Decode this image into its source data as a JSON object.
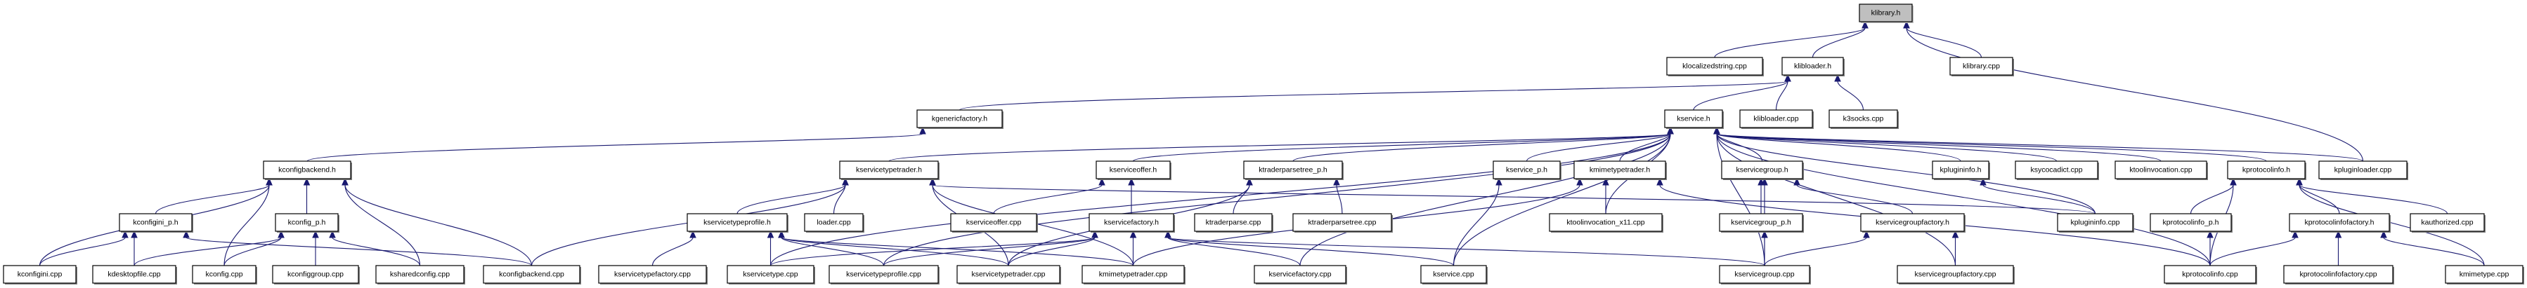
{
  "title": "klibrary.h include dependency graph",
  "colors": {
    "edge": "#191970",
    "root_fill": "#bfbfbf",
    "node_fill": "#ffffff",
    "border": "#000000"
  },
  "nodes": [
    {
      "id": "klibrary_h",
      "label": "klibrary.h",
      "root": true
    },
    {
      "id": "klocalizedstring_cpp",
      "label": "klocalizedstring.cpp"
    },
    {
      "id": "klibloader_h",
      "label": "klibloader.h"
    },
    {
      "id": "klibrary_cpp",
      "label": "klibrary.cpp"
    },
    {
      "id": "kgenericfactory_h",
      "label": "kgenericfactory.h"
    },
    {
      "id": "kservice_h",
      "label": "kservice.h"
    },
    {
      "id": "klibloader_cpp",
      "label": "klibloader.cpp"
    },
    {
      "id": "k3socks_cpp",
      "label": "k3socks.cpp"
    },
    {
      "id": "kconfigbackend_h",
      "label": "kconfigbackend.h"
    },
    {
      "id": "kservicetypetrader_h",
      "label": "kservicetypetrader.h"
    },
    {
      "id": "kserviceoffer_h",
      "label": "kserviceoffer.h"
    },
    {
      "id": "ktraderparsetree_p_h",
      "label": "ktraderparsetree_p.h"
    },
    {
      "id": "kservice_p_h",
      "label": "kservice_p.h"
    },
    {
      "id": "kmimetypetrader_h",
      "label": "kmimetypetrader.h"
    },
    {
      "id": "kservicegroup_h",
      "label": "kservicegroup.h"
    },
    {
      "id": "kplugininfo_h",
      "label": "kplugininfo.h"
    },
    {
      "id": "ksycocadict_cpp",
      "label": "ksycocadict.cpp"
    },
    {
      "id": "ktoolinvocation_cpp",
      "label": "ktoolinvocation.cpp"
    },
    {
      "id": "kprotocolinfo_h",
      "label": "kprotocolinfo.h"
    },
    {
      "id": "kpluginloader_cpp",
      "label": "kpluginloader.cpp"
    },
    {
      "id": "kconfigini_p_h",
      "label": "kconfigini_p.h"
    },
    {
      "id": "kconfig_p_h",
      "label": "kconfig_p.h"
    },
    {
      "id": "kservicetypeprofile_h",
      "label": "kservicetypeprofile.h"
    },
    {
      "id": "loader_cpp",
      "label": "loader.cpp"
    },
    {
      "id": "kserviceoffer_cpp",
      "label": "kserviceoffer.cpp"
    },
    {
      "id": "kservicefactory_h",
      "label": "kservicefactory.h"
    },
    {
      "id": "ktraderparse_cpp",
      "label": "ktraderparse.cpp"
    },
    {
      "id": "ktraderparsetree_cpp",
      "label": "ktraderparsetree.cpp"
    },
    {
      "id": "ktoolinvocation_x11_cpp",
      "label": "ktoolinvocation_x11.cpp"
    },
    {
      "id": "kservicegroup_p_h",
      "label": "kservicegroup_p.h"
    },
    {
      "id": "kservicegroupfactory_h",
      "label": "kservicegroupfactory.h"
    },
    {
      "id": "kplugininfo_cpp",
      "label": "kplugininfo.cpp"
    },
    {
      "id": "kprotocolinfo_p_h",
      "label": "kprotocolinfo_p.h"
    },
    {
      "id": "kprotocolinfofactory_h",
      "label": "kprotocolinfofactory.h"
    },
    {
      "id": "kauthorized_cpp",
      "label": "kauthorized.cpp"
    },
    {
      "id": "kconfigini_cpp",
      "label": "kconfigini.cpp"
    },
    {
      "id": "kdesktopfile_cpp",
      "label": "kdesktopfile.cpp"
    },
    {
      "id": "kconfig_cpp",
      "label": "kconfig.cpp"
    },
    {
      "id": "kconfiggroup_cpp",
      "label": "kconfiggroup.cpp"
    },
    {
      "id": "ksharedconfig_cpp",
      "label": "ksharedconfig.cpp"
    },
    {
      "id": "kconfigbackend_cpp",
      "label": "kconfigbackend.cpp"
    },
    {
      "id": "kservicetypefactory_cpp",
      "label": "kservicetypefactory.cpp"
    },
    {
      "id": "kservicetype_cpp",
      "label": "kservicetype.cpp"
    },
    {
      "id": "kservicetypeprofile_cpp",
      "label": "kservicetypeprofile.cpp"
    },
    {
      "id": "kservicetypetrader_cpp",
      "label": "kservicetypetrader.cpp"
    },
    {
      "id": "kmimetypetrader_cpp",
      "label": "kmimetypetrader.cpp"
    },
    {
      "id": "kservicefactory_cpp",
      "label": "kservicefactory.cpp"
    },
    {
      "id": "kservice_cpp",
      "label": "kservice.cpp"
    },
    {
      "id": "kservicegroup_cpp",
      "label": "kservicegroup.cpp"
    },
    {
      "id": "kservicegroupfactory_cpp",
      "label": "kservicegroupfactory.cpp"
    },
    {
      "id": "kprotocolinfo_cpp",
      "label": "kprotocolinfo.cpp"
    },
    {
      "id": "kprotocolinfofactory_cpp",
      "label": "kprotocolinfofactory.cpp"
    },
    {
      "id": "kmimetype_cpp",
      "label": "kmimetype.cpp"
    }
  ],
  "edges": [
    [
      "klocalizedstring_cpp",
      "klibrary_h"
    ],
    [
      "klibloader_h",
      "klibrary_h"
    ],
    [
      "klibrary_cpp",
      "klibrary_h"
    ],
    [
      "kpluginloader_cpp",
      "klibrary_h"
    ],
    [
      "kgenericfactory_h",
      "klibloader_h"
    ],
    [
      "kservice_h",
      "klibloader_h"
    ],
    [
      "klibloader_cpp",
      "klibloader_h"
    ],
    [
      "k3socks_cpp",
      "klibloader_h"
    ],
    [
      "kconfigbackend_h",
      "kgenericfactory_h"
    ],
    [
      "kservicetypetrader_h",
      "kservice_h"
    ],
    [
      "kserviceoffer_h",
      "kservice_h"
    ],
    [
      "ktraderparsetree_p_h",
      "kservice_h"
    ],
    [
      "kservice_p_h",
      "kservice_h"
    ],
    [
      "kmimetypetrader_h",
      "kservice_h"
    ],
    [
      "kservicegroup_h",
      "kservice_h"
    ],
    [
      "kplugininfo_h",
      "kservice_h"
    ],
    [
      "ksycocadict_cpp",
      "kservice_h"
    ],
    [
      "ktoolinvocation_cpp",
      "kservice_h"
    ],
    [
      "kprotocolinfo_h",
      "kservice_h"
    ],
    [
      "kpluginloader_cpp",
      "kservice_h"
    ],
    [
      "ktoolinvocation_x11_cpp",
      "kservice_h"
    ],
    [
      "kservicetype_cpp",
      "kservice_h"
    ],
    [
      "kservicetypeprofile_cpp",
      "kservice_h"
    ],
    [
      "kservicefactory_cpp",
      "kservice_h"
    ],
    [
      "kservice_cpp",
      "kservice_h"
    ],
    [
      "kservicegroup_cpp",
      "kservice_h"
    ],
    [
      "kservicegroupfactory_cpp",
      "kservice_h"
    ],
    [
      "kplugininfo_cpp",
      "kservice_h"
    ],
    [
      "kprotocolinfo_cpp",
      "kservice_h"
    ],
    [
      "kconfigini_p_h",
      "kconfigbackend_h"
    ],
    [
      "kconfig_p_h",
      "kconfigbackend_h"
    ],
    [
      "kconfigini_cpp",
      "kconfigbackend_h"
    ],
    [
      "kconfig_cpp",
      "kconfigbackend_h"
    ],
    [
      "ksharedconfig_cpp",
      "kconfigbackend_h"
    ],
    [
      "kconfigbackend_cpp",
      "kconfigbackend_h"
    ],
    [
      "kconfigini_cpp",
      "kconfigini_p_h"
    ],
    [
      "kdesktopfile_cpp",
      "kconfigini_p_h"
    ],
    [
      "kconfigbackend_cpp",
      "kconfigini_p_h"
    ],
    [
      "kdesktopfile_cpp",
      "kconfig_p_h"
    ],
    [
      "kconfig_cpp",
      "kconfig_p_h"
    ],
    [
      "kconfiggroup_cpp",
      "kconfig_p_h"
    ],
    [
      "ksharedconfig_cpp",
      "kconfig_p_h"
    ],
    [
      "kservicetypeprofile_h",
      "kservicetypetrader_h"
    ],
    [
      "loader_cpp",
      "kservicetypetrader_h"
    ],
    [
      "kservicetypetrader_cpp",
      "kservicetypetrader_h"
    ],
    [
      "kmimetypetrader_cpp",
      "kservicetypetrader_h"
    ],
    [
      "kconfigbackend_cpp",
      "kservicetypetrader_h"
    ],
    [
      "kplugininfo_cpp",
      "kservicetypetrader_h"
    ],
    [
      "kserviceoffer_cpp",
      "kserviceoffer_h"
    ],
    [
      "kservicefactory_h",
      "kserviceoffer_h"
    ],
    [
      "ktraderparse_cpp",
      "ktraderparsetree_p_h"
    ],
    [
      "ktraderparsetree_cpp",
      "ktraderparsetree_p_h"
    ],
    [
      "kservicetypetrader_cpp",
      "ktraderparsetree_p_h"
    ],
    [
      "kservice_cpp",
      "kservice_p_h"
    ],
    [
      "ktoolinvocation_x11_cpp",
      "kmimetypetrader_h"
    ],
    [
      "kmimetypetrader_cpp",
      "kmimetypetrader_h"
    ],
    [
      "kprotocolinfo_cpp",
      "kmimetypetrader_h"
    ],
    [
      "kservicegroup_p_h",
      "kservicegroup_h"
    ],
    [
      "kservicegroupfactory_h",
      "kservicegroup_h"
    ],
    [
      "kservicegroup_cpp",
      "kservicegroup_h"
    ],
    [
      "kplugininfo_cpp",
      "kplugininfo_h"
    ],
    [
      "kprotocolinfo_p_h",
      "kprotocolinfo_h"
    ],
    [
      "kprotocolinfofactory_h",
      "kprotocolinfo_h"
    ],
    [
      "kauthorized_cpp",
      "kprotocolinfo_h"
    ],
    [
      "kprotocolinfo_cpp",
      "kprotocolinfo_h"
    ],
    [
      "kmimetype_cpp",
      "kprotocolinfo_h"
    ],
    [
      "kservicetypefactory_cpp",
      "kservicetypeprofile_h"
    ],
    [
      "kservicetype_cpp",
      "kservicetypeprofile_h"
    ],
    [
      "kservicetypeprofile_cpp",
      "kservicetypeprofile_h"
    ],
    [
      "kservicetypetrader_cpp",
      "kservicetypeprofile_h"
    ],
    [
      "kmimetypetrader_cpp",
      "kservicetypeprofile_h"
    ],
    [
      "kservicetype_cpp",
      "kservicefactory_h"
    ],
    [
      "kservicetypeprofile_cpp",
      "kservicefactory_h"
    ],
    [
      "kservicetypetrader_cpp",
      "kservicefactory_h"
    ],
    [
      "kmimetypetrader_cpp",
      "kservicefactory_h"
    ],
    [
      "kservicefactory_cpp",
      "kservicefactory_h"
    ],
    [
      "kservice_cpp",
      "kservicefactory_h"
    ],
    [
      "kservicegroup_cpp",
      "kservicefactory_h"
    ],
    [
      "kservicegroup_cpp",
      "kservicegroup_p_h"
    ],
    [
      "kservicegroup_cpp",
      "kservicegroupfactory_h"
    ],
    [
      "kservicegroupfactory_cpp",
      "kservicegroupfactory_h"
    ],
    [
      "kprotocolinfo_cpp",
      "kprotocolinfo_p_h"
    ],
    [
      "kprotocolinfo_cpp",
      "kprotocolinfofactory_h"
    ],
    [
      "kprotocolinfofactory_cpp",
      "kprotocolinfofactory_h"
    ],
    [
      "kmimetype_cpp",
      "kprotocolinfofactory_h"
    ]
  ]
}
